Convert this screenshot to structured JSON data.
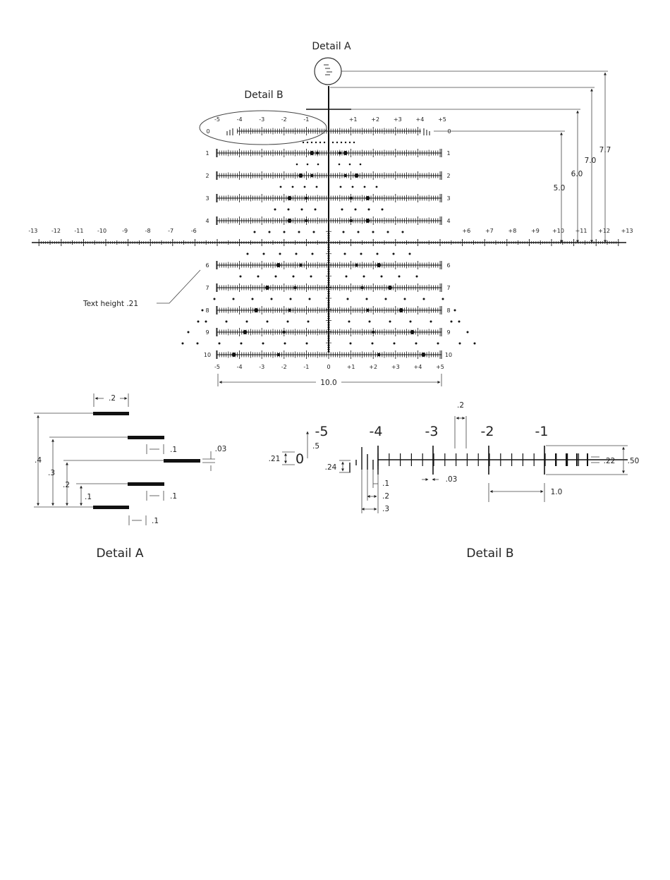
{
  "reticle": {
    "detail_a_label": "Detail A",
    "detail_b_label": "Detail B",
    "text_height_note": "Text height .21",
    "dims": [
      "5.0",
      "6.0",
      "7.0",
      "7.7"
    ],
    "horizontal_labels_left": [
      "-13",
      "-12",
      "-11",
      "-10",
      "-9",
      "-8",
      "-7",
      "-6"
    ],
    "horizontal_labels_right": [
      "+6",
      "+7",
      "+8",
      "+9",
      "+10",
      "+11",
      "+12",
      "+13"
    ],
    "top_labels_left": [
      "-5",
      "-4",
      "-3",
      "-2",
      "-1"
    ],
    "top_labels_right": [
      "+1",
      "+2",
      "+3",
      "+4",
      "+5"
    ],
    "bottom_labels": [
      "-5",
      "-4",
      "-3",
      "-2",
      "-1",
      "0",
      "+1",
      "+2",
      "+3",
      "+4",
      "+5"
    ],
    "row_labels": [
      "0",
      "1",
      "2",
      "3",
      "4",
      "6",
      "7",
      "8",
      "9",
      "10"
    ],
    "width_dim": "10.0"
  },
  "detail_a": {
    "title": "Detail A",
    "dims": [
      ".2",
      ".1",
      ".03",
      ".4",
      ".3",
      ".2",
      ".1",
      ".1",
      ".1"
    ]
  },
  "detail_b": {
    "title": "Detail B",
    "numbers": [
      "-5",
      "-4",
      "-3",
      "-2",
      "-1"
    ],
    "zero": "0",
    "dims": [
      ".2",
      ".5",
      ".21",
      ".24",
      ".22",
      ".50",
      ".03",
      "1.0",
      ".1",
      ".2",
      ".3"
    ]
  }
}
